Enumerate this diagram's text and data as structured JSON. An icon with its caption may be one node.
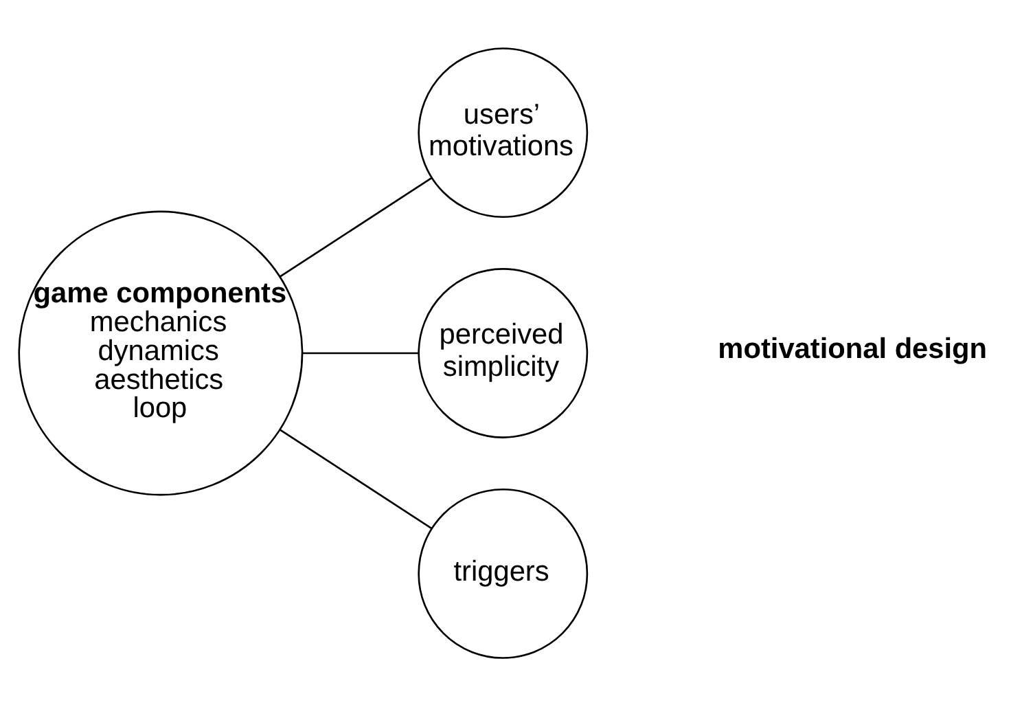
{
  "diagram": {
    "nodes": [
      {
        "text": [
          "game components",
          "mechanics",
          "dynamics",
          "aesthetics",
          "loop"
        ]
      },
      {
        "text": [
          "users’ motivations"
        ]
      },
      {
        "text": [
          "perceived simplicity"
        ]
      },
      {
        "text": [
          "triggers"
        ]
      }
    ],
    "edges": [
      {
        "from": 0,
        "to": 1,
        "arrow": "none"
      },
      {
        "from": 0,
        "to": 2,
        "arrow": "none"
      },
      {
        "from": 0,
        "to": 3,
        "arrow": "none"
      }
    ],
    "labels": [
      "motivational design"
    ]
  }
}
